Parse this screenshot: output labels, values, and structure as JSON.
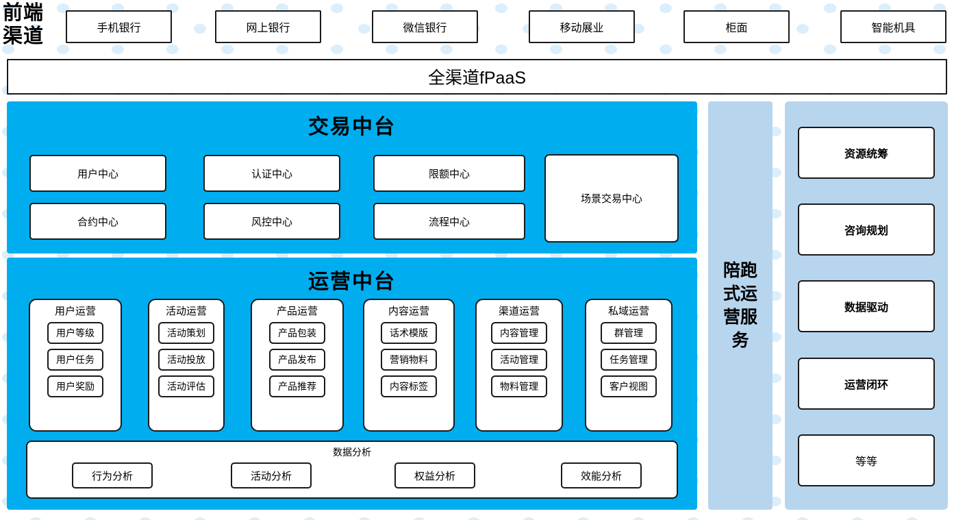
{
  "colors": {
    "cyan_panel": "#00adef",
    "light_blue_panel": "#b8d5ee",
    "dot_pattern": "#dbeefb",
    "border": "#1a1a1a",
    "box_fill": "#ffffff"
  },
  "front_end": {
    "label": "前端\n渠道",
    "label_line1": "前端",
    "label_line2": "渠道",
    "channels": [
      {
        "label": "手机银行"
      },
      {
        "label": "网上银行"
      },
      {
        "label": "微信银行"
      },
      {
        "label": "移动展业"
      },
      {
        "label": "柜面"
      },
      {
        "label": "智能机具"
      }
    ]
  },
  "fpaas_bar": {
    "label": "全渠道fPaaS"
  },
  "trade_platform": {
    "title": "交易中台",
    "centers": [
      {
        "label": "用户中心"
      },
      {
        "label": "认证中心"
      },
      {
        "label": "限额中心"
      },
      {
        "label": "合约中心"
      },
      {
        "label": "风控中心"
      },
      {
        "label": "流程中心"
      }
    ],
    "scene_center": {
      "label": "场景交易中心"
    }
  },
  "ops_platform": {
    "title": "运营中台",
    "columns": [
      {
        "title": "用户运营",
        "items": [
          "用户等级",
          "用户任务",
          "用户奖励"
        ]
      },
      {
        "title": "活动运营",
        "items": [
          "活动策划",
          "活动投放",
          "活动评估"
        ]
      },
      {
        "title": "产品运营",
        "items": [
          "产品包装",
          "产品发布",
          "产品推荐"
        ]
      },
      {
        "title": "内容运营",
        "items": [
          "话术模版",
          "营销物料",
          "内容标签"
        ]
      },
      {
        "title": "渠道运营",
        "items": [
          "内容管理",
          "活动管理",
          "物料管理"
        ]
      },
      {
        "title": "私域运营",
        "items": [
          "群管理",
          "任务管理",
          "客户视图"
        ]
      }
    ],
    "data_analysis": {
      "title": "数据分析",
      "items": [
        "行为分析",
        "活动分析",
        "权益分析",
        "效能分析"
      ]
    }
  },
  "service_column": {
    "label": "陪跑式运营服务"
  },
  "capability_column": {
    "cards": [
      {
        "label": "资源统筹",
        "bold": true
      },
      {
        "label": "咨询规划",
        "bold": true
      },
      {
        "label": "数据驱动",
        "bold": true
      },
      {
        "label": "运营闭环",
        "bold": true
      },
      {
        "label": "等等",
        "bold": false
      }
    ]
  }
}
